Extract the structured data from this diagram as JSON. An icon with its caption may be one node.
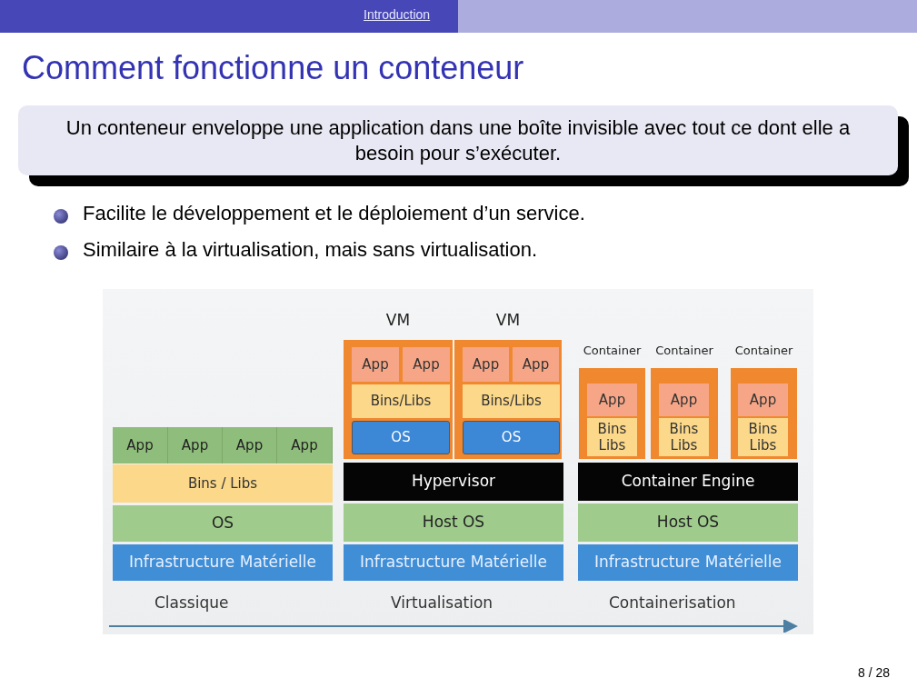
{
  "diagram": {
    "title": "Comment fonctionne un conteneur",
    "nodes": [
      {
        "text": [
          "Un conteneur enveloppe une application dans une boîte invisible avec tout ce dont elle a besoin pour s’exécuter."
        ]
      },
      {
        "text": [
          "App"
        ]
      },
      {
        "text": [
          "App"
        ]
      },
      {
        "text": [
          "App"
        ]
      },
      {
        "text": [
          "App"
        ]
      },
      {
        "text": [
          "Bins / Libs"
        ]
      },
      {
        "text": [
          "OS"
        ]
      },
      {
        "text": [
          "Infrastructure Matérielle"
        ]
      },
      {
        "text": [
          "VM"
        ]
      },
      {
        "text": [
          "App"
        ],
        "in": 8
      },
      {
        "text": [
          "App"
        ],
        "in": 8
      },
      {
        "text": [
          "Bins/Libs"
        ],
        "in": 8
      },
      {
        "text": [
          "OS"
        ],
        "in": 8
      },
      {
        "text": [
          "VM"
        ]
      },
      {
        "text": [
          "App"
        ],
        "in": 13
      },
      {
        "text": [
          "App"
        ],
        "in": 13
      },
      {
        "text": [
          "Bins/Libs"
        ],
        "in": 13
      },
      {
        "text": [
          "OS"
        ],
        "in": 13
      },
      {
        "text": [
          "Hypervisor"
        ]
      },
      {
        "text": [
          "Host OS"
        ]
      },
      {
        "text": [
          "Infrastructure Matérielle"
        ]
      },
      {
        "text": [
          "Container"
        ]
      },
      {
        "text": [
          "App"
        ],
        "in": 21
      },
      {
        "text": [
          "Bins Libs"
        ],
        "in": 21
      },
      {
        "text": [
          "Container"
        ]
      },
      {
        "text": [
          "App"
        ],
        "in": 24
      },
      {
        "text": [
          "Bins Libs"
        ],
        "in": 24
      },
      {
        "text": [
          "Container"
        ]
      },
      {
        "text": [
          "App"
        ],
        "in": 27
      },
      {
        "text": [
          "Bins Libs"
        ],
        "in": 27
      },
      {
        "text": [
          "Container Engine"
        ]
      },
      {
        "text": [
          "Host OS"
        ]
      },
      {
        "text": [
          "Infrastructure Matérielle"
        ]
      }
    ],
    "labels": [
      "Introduction",
      "Facilite le développement et le déploiement d’un service.",
      "Similaire à la virtualisation, mais sans virtualisation.",
      "Classique",
      "Virtualisation",
      "Containerisation",
      "8 / 28"
    ]
  }
}
